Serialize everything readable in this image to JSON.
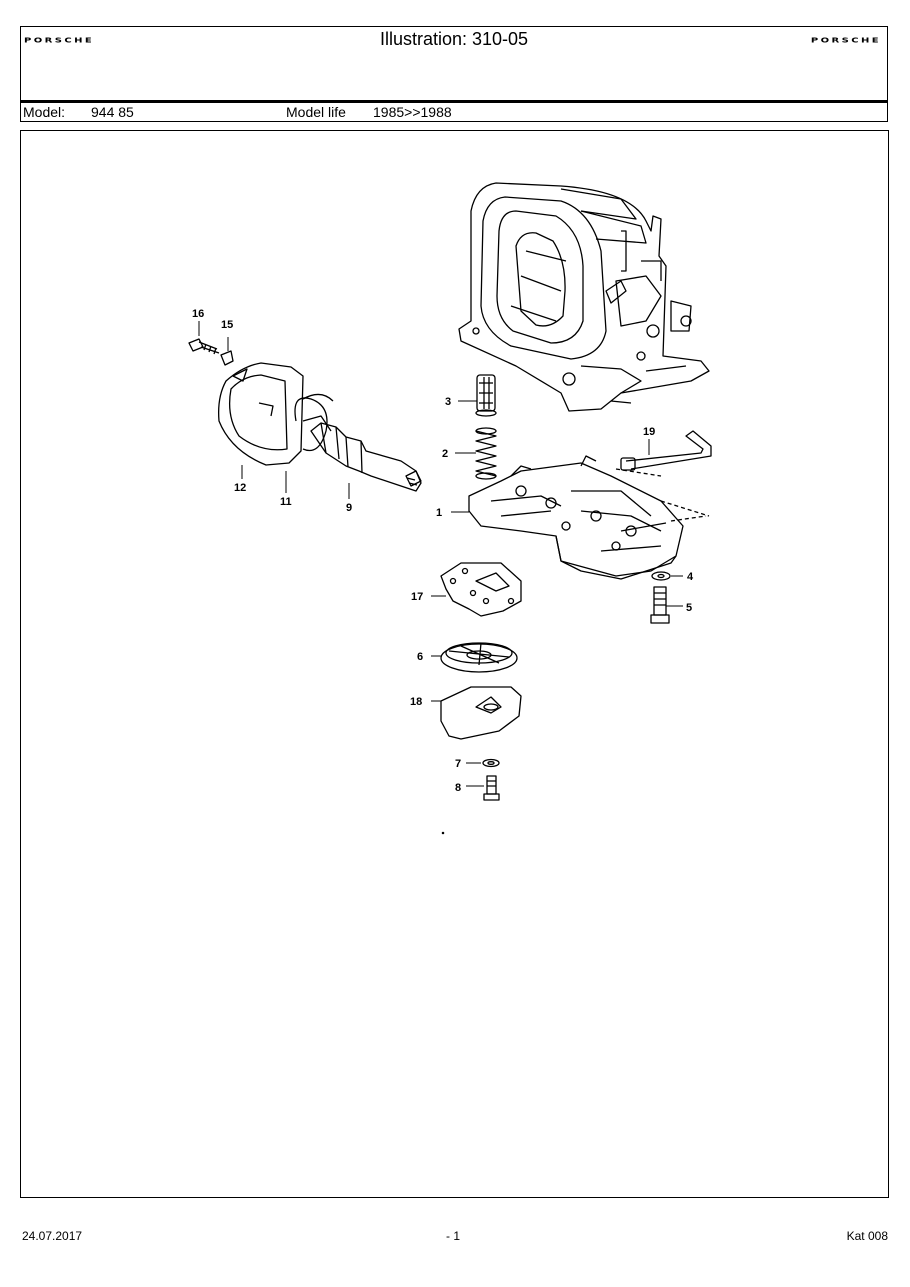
{
  "header": {
    "brand_left": "PORSCHE",
    "brand_right": "PORSCHE",
    "title": "Illustration: 310-05",
    "model_label": "Model:",
    "model_value": "944 85",
    "model_life_label": "Model life",
    "model_life_value": "1985>>1988"
  },
  "callouts": [
    "1",
    "2",
    "3",
    "4",
    "5",
    "6",
    "7",
    "8",
    "9",
    "11",
    "12",
    "15",
    "16",
    "17",
    "18",
    "19"
  ],
  "footer": {
    "date": "24.07.2017",
    "page": "- 1",
    "catalog": "Kat 008"
  }
}
